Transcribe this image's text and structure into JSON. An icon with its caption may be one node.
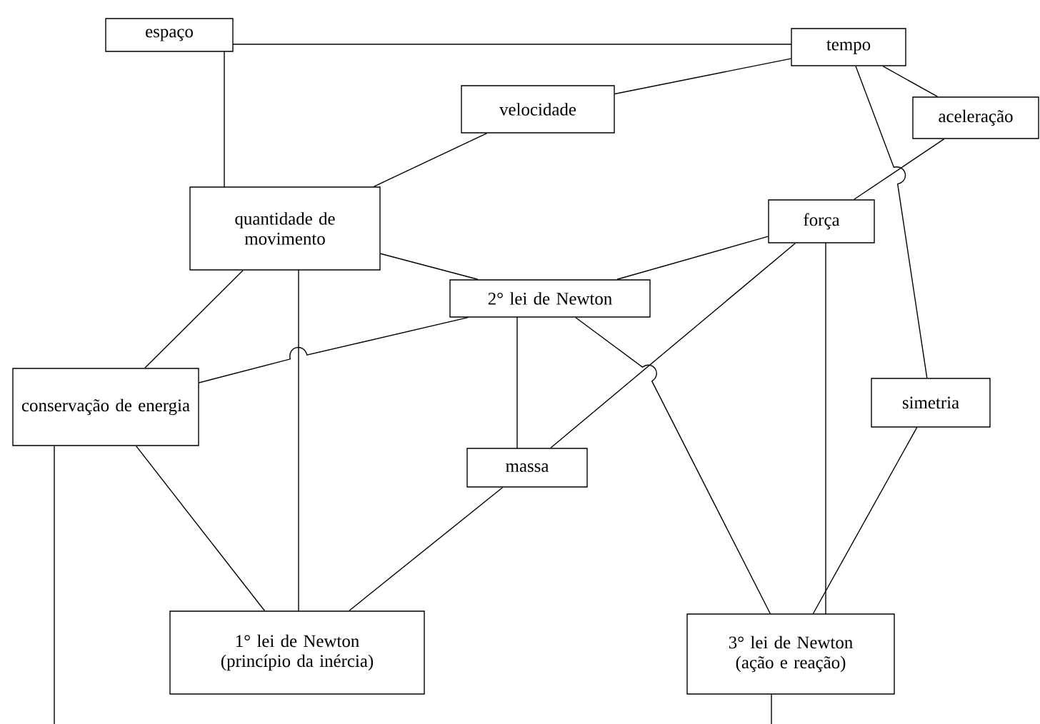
{
  "diagram": {
    "nodes": [
      {
        "text": [
          "espaço"
        ]
      },
      {
        "text": [
          "tempo"
        ]
      },
      {
        "text": [
          "velocidade"
        ]
      },
      {
        "text": [
          "aceleração"
        ]
      },
      {
        "text": [
          "quantidade de movimento"
        ]
      },
      {
        "text": [
          "força"
        ]
      },
      {
        "text": [
          "2° lei de Newton"
        ]
      },
      {
        "text": [
          "conservação de energia"
        ]
      },
      {
        "text": [
          "simetria"
        ]
      },
      {
        "text": [
          "massa"
        ]
      },
      {
        "text": [
          "1° lei de Newton (princípio da inércia)"
        ]
      },
      {
        "text": [
          "3° lei de Newton (ação e reação)"
        ]
      }
    ],
    "edges": [
      {
        "from": 0,
        "to": 1,
        "arrow": "none"
      },
      {
        "from": 0,
        "to": 4,
        "arrow": "none"
      },
      {
        "from": 1,
        "to": 2,
        "arrow": "none"
      },
      {
        "from": 1,
        "to": 3,
        "arrow": "none"
      },
      {
        "from": 1,
        "to": 8,
        "arrow": "none"
      },
      {
        "from": 3,
        "to": 5,
        "arrow": "none"
      },
      {
        "from": 4,
        "to": 2,
        "arrow": "none"
      },
      {
        "from": 4,
        "to": 6,
        "arrow": "none"
      },
      {
        "from": 4,
        "to": 7,
        "arrow": "none"
      },
      {
        "from": 4,
        "to": 10,
        "arrow": "none"
      },
      {
        "from": 6,
        "to": 7,
        "arrow": "none"
      },
      {
        "from": 5,
        "to": 6,
        "arrow": "none"
      },
      {
        "from": 5,
        "to": 9,
        "arrow": "none"
      },
      {
        "from": 5,
        "to": 11,
        "arrow": "none"
      },
      {
        "from": 6,
        "to": 9,
        "arrow": "none"
      },
      {
        "from": 6,
        "to": 11,
        "arrow": "none"
      },
      {
        "from": 7,
        "to": 10,
        "arrow": "none"
      },
      {
        "from": 9,
        "to": 10,
        "arrow": "none"
      },
      {
        "from": 8,
        "to": 11,
        "arrow": "none"
      },
      {
        "from": 7,
        "to": null,
        "arrow": "none"
      },
      {
        "from": 11,
        "to": null,
        "arrow": "none"
      }
    ]
  }
}
